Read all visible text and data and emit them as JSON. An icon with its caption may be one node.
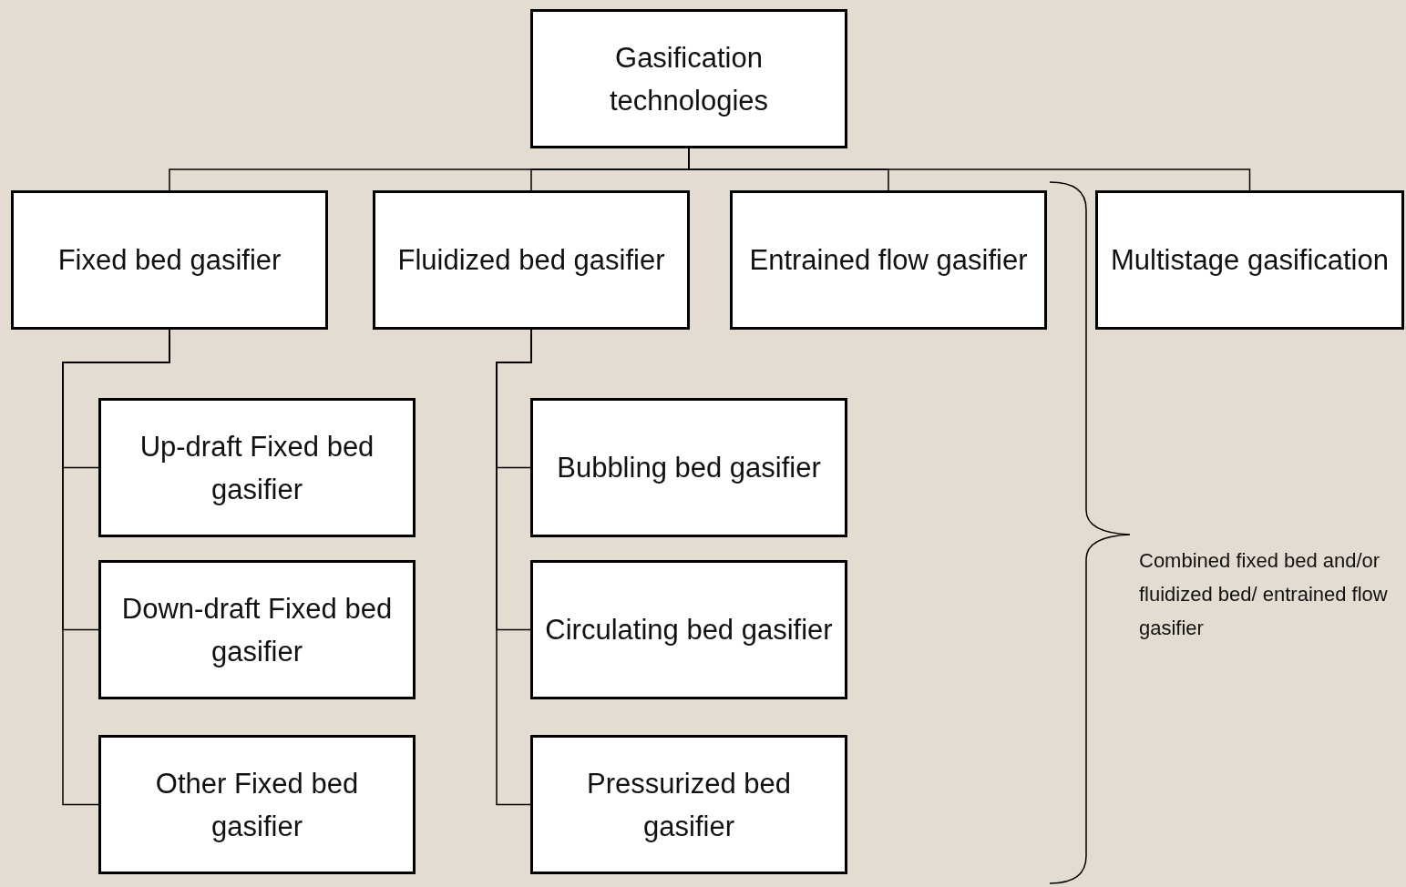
{
  "diagram": {
    "nodes": [
      {
        "text": [
          "Gasification technologies"
        ]
      },
      {
        "text": [
          "Fixed bed gasifier"
        ]
      },
      {
        "text": [
          "Fluidized bed gasifier"
        ]
      },
      {
        "text": [
          "Entrained flow gasifier"
        ]
      },
      {
        "text": [
          "Multistage gasification"
        ]
      },
      {
        "text": [
          "Up-draft Fixed bed gasifier"
        ]
      },
      {
        "text": [
          "Down-draft Fixed bed gasifier"
        ]
      },
      {
        "text": [
          "Other Fixed bed gasifier"
        ]
      },
      {
        "text": [
          "Bubbling bed gasifier"
        ]
      },
      {
        "text": [
          "Circulating bed gasifier"
        ]
      },
      {
        "text": [
          "Pressurized bed gasifier"
        ]
      }
    ],
    "edges": [
      {
        "from": 0,
        "to": 1,
        "arrow": "none"
      },
      {
        "from": 0,
        "to": 2,
        "arrow": "none"
      },
      {
        "from": 0,
        "to": 3,
        "arrow": "none"
      },
      {
        "from": 0,
        "to": 4,
        "arrow": "none"
      },
      {
        "from": 1,
        "to": 5,
        "arrow": "none"
      },
      {
        "from": 1,
        "to": 6,
        "arrow": "none"
      },
      {
        "from": 1,
        "to": 7,
        "arrow": "none"
      },
      {
        "from": 2,
        "to": 8,
        "arrow": "none"
      },
      {
        "from": 2,
        "to": 9,
        "arrow": "none"
      },
      {
        "from": 2,
        "to": 10,
        "arrow": "none"
      }
    ],
    "labels": [
      "Combined fixed bed and/or fluidized bed/ entrained flow gasifier"
    ]
  }
}
